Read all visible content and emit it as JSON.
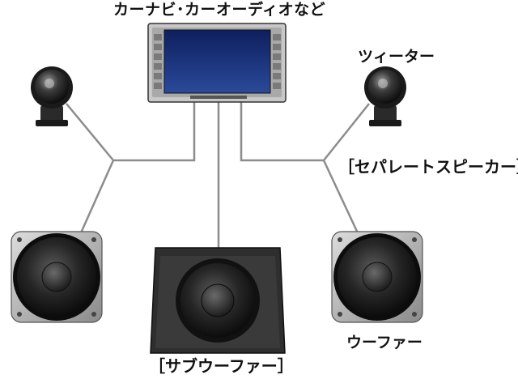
{
  "labels": {
    "head_unit": "カーナビ･カーオーディオなど",
    "tweeter": "ツィーター",
    "separate_speaker": "［セパレートスピーカー］",
    "woofer": "ウーファー",
    "subwoofer": "［サブウーファー］"
  },
  "colors": {
    "wire": "#8c8c8c",
    "speaker_dark": "#1e1e1e",
    "speaker_frame": "#bfbfbf",
    "screen": "#1a2f75",
    "enclosure": "#2b2b2b"
  },
  "icons": [
    "head-unit-icon",
    "tweeter-icon",
    "woofer-icon",
    "subwoofer-icon"
  ]
}
